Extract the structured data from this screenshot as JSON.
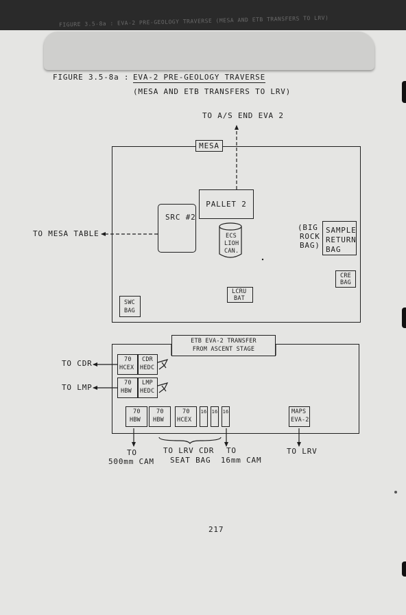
{
  "tab": {
    "text": "FIGURE 3.5-8a : EVA-2 PRE-GEOLOGY TRAVERSE (MESA AND ETB TRANSFERS TO LRV)"
  },
  "figure": {
    "number": "FIGURE 3.5-8a :",
    "title_line1": "EVA-2  PRE-GEOLOGY TRAVERSE",
    "title_line2": "(MESA  AND  ETB  TRANSFERS  TO  LRV)"
  },
  "mesa": {
    "label": "MESA",
    "to_as": "TO A/S END EVA 2",
    "pallet": "PALLET 2",
    "src": "SRC #2",
    "to_table": "TO MESA TABLE",
    "ecs": [
      "ECS",
      "LIOH",
      "CAN."
    ],
    "big_rock": [
      "(BIG",
      "ROCK",
      "BAG)"
    ],
    "sample_return": [
      "SAMPLE",
      "RETURN",
      "BAG"
    ],
    "cre": [
      "CRE",
      "BAG"
    ],
    "lcru": [
      "LCRU",
      "BAT"
    ],
    "swc": [
      "SWC",
      "BAG"
    ]
  },
  "etb": {
    "title": [
      "ETB EVA-2 TRANSFER",
      "FROM ASCENT STAGE"
    ],
    "to_cdr": "TO CDR",
    "to_lmp": "TO LMP",
    "items": {
      "hcex_top": [
        "70",
        "HCEX"
      ],
      "cdr_hedc": [
        "CDR",
        "HEDC"
      ],
      "hbw_mid": [
        "70",
        "HBW"
      ],
      "lmp_hedc": [
        "LMP",
        "HEDC"
      ],
      "hbw_a": [
        "70",
        "HBW"
      ],
      "hbw_b": [
        "70",
        "HBW"
      ],
      "hcex_b": [
        "70",
        "HCEX"
      ],
      "mag1": "16",
      "mag2": "16",
      "mag3": "16",
      "maps": [
        "MAPS",
        "EVA-2"
      ]
    },
    "dest_500": [
      "TO",
      "500mm CAM"
    ],
    "dest_seat": [
      "TO LRV CDR",
      "SEAT BAG"
    ],
    "dest_16": [
      "TO",
      "16mm CAM"
    ],
    "dest_lrv": "TO LRV"
  },
  "page_number": "217"
}
